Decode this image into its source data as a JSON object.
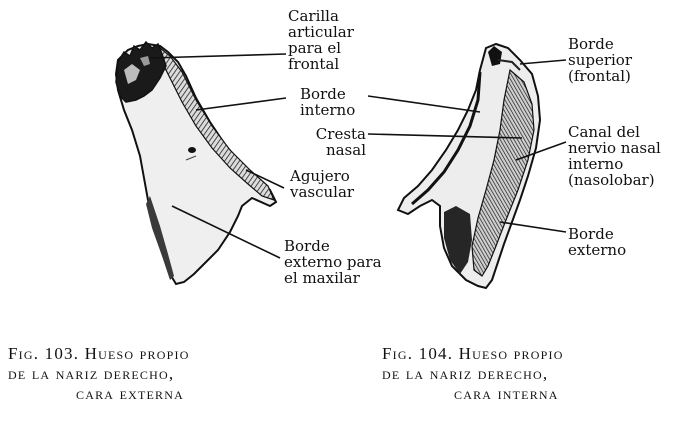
{
  "figures": [
    {
      "caption_lines": [
        "Fig. 103. Hueso propio",
        "de la nariz derecho,",
        "cara externa"
      ],
      "labels": {
        "carilla": [
          "Carilla",
          "articular",
          "para el",
          "frontal"
        ],
        "borde_interno": [
          "Borde",
          "interno"
        ],
        "agujero": [
          "Agujero",
          "vascular"
        ],
        "borde_externo": [
          "Borde",
          "externo para",
          "el maxilar"
        ]
      }
    },
    {
      "caption_lines": [
        "Fig. 104. Hueso propio",
        "de la nariz derecho,",
        "cara interna"
      ],
      "labels": {
        "borde_superior": [
          "Borde",
          "superior",
          "(frontal)"
        ],
        "cresta": [
          "Cresta",
          "nasal"
        ],
        "canal": [
          "Canal del",
          "nervio nasal",
          "interno",
          "(nasolobar)"
        ],
        "borde_externo": [
          "Borde",
          "externo"
        ]
      }
    }
  ],
  "colors": {
    "ink": "#111111",
    "bone_light": "#f2f2f2",
    "bone_shade": "#3a3a3a",
    "bone_dark": "#151515"
  }
}
